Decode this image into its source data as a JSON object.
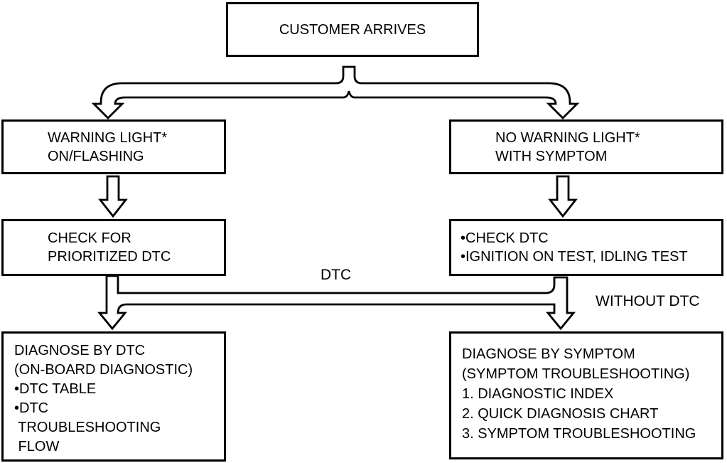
{
  "diagram": {
    "boxes": {
      "customer_arrives": {
        "lines": [
          "CUSTOMER ARRIVES"
        ]
      },
      "warning_light": {
        "lines": [
          "WARNING LIGHT*",
          "ON/FLASHING"
        ]
      },
      "no_warning_light": {
        "lines": [
          "NO WARNING LIGHT*",
          "WITH SYMPTOM"
        ]
      },
      "check_prioritized_dtc": {
        "lines": [
          "CHECK FOR",
          "PRIORITIZED DTC"
        ]
      },
      "check_dtc_tests": {
        "lines": [
          "•CHECK DTC",
          "•IGNITION ON TEST, IDLING TEST"
        ]
      },
      "diagnose_by_dtc": {
        "lines": [
          "DIAGNOSE BY DTC",
          "(ON-BOARD DIAGNOSTIC)",
          "•DTC TABLE",
          "•DTC",
          " TROUBLESHOOTING",
          " FLOW"
        ]
      },
      "diagnose_by_symptom": {
        "lines": [
          "DIAGNOSE BY SYMPTOM",
          "(SYMPTOM TROUBLESHOOTING)",
          "1. DIAGNOSTIC INDEX",
          "2. QUICK DIAGNOSIS CHART",
          "3. SYMPTOM TROUBLESHOOTING"
        ]
      }
    },
    "edge_labels": {
      "dtc": "DTC",
      "without_dtc": "WITHOUT DTC"
    },
    "colors": {
      "line": "#000000",
      "background": "#ffffff",
      "text": "#000000"
    }
  }
}
